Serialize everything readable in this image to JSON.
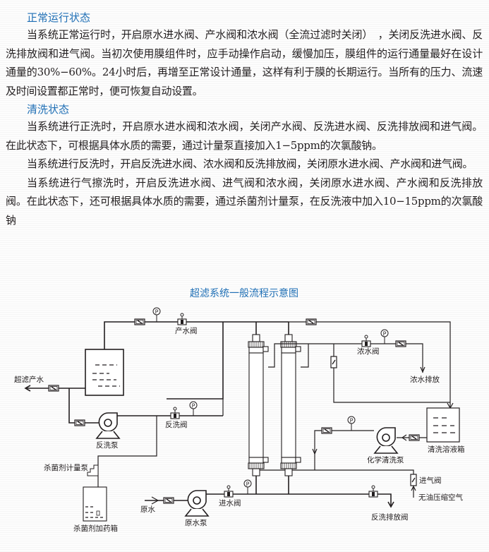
{
  "sections": [
    {
      "heading": "正常运行状态",
      "paragraphs": [
        "当系统正常运行时，开启原水进水阀、产水阀和浓水阀（全流过滤时关闭）　，关闭反洗进水阀、反洗排放阀和进气阀。当初次使用膜组件时，应手动操作启动，缓慢加压，膜组件的运行通量最好在设计通量的30%−60%。24小时后，再增至正常设计通量，这样有利于膜的长期运行。当所有的压力、流速及时间设置都正常时，便可恢复自动设置。"
      ]
    },
    {
      "heading": "清洗状态",
      "paragraphs": [
        "当系统进行正洗时，开启原水进水阀和浓水阀，关闭产水阀、反洗进水阀、反洗排放阀和进气阀。在此状态下，可根据具体水质的需要，通过计量泵直接加入1−5ppm的次氯酸钠。",
        "当系统进行反洗时，开启反洗进水阀、浓水阀和反洗排放阀，关闭原水进水阀、产水阀和进气阀。",
        "当系统进行气擦洗时，开启反洗进水阀、进气阀和浓水阀，关闭原水进水阀、产水阀和反洗排放阀。在此状态下，还可根据具体水质的需要，通过杀菌剂计量泵，在反洗液中加入10−15ppm的次氯酸钠"
      ]
    }
  ],
  "diagram": {
    "title": "超滤系统一般流程示意图",
    "labels": {
      "product_valve": "产水阀",
      "uf_product_water": "超滤产水",
      "backwash_valve": "反洗阀",
      "backwash_pump": "反洗泵",
      "biocide_dosing_pump": "杀菌剂计量泵",
      "biocide_tank": "杀菌剂加药箱",
      "raw_water": "原水",
      "raw_water_pump": "原水泵",
      "inlet_valve": "进水阀",
      "concentrate_valve": "浓水阀",
      "concentrate_drain": "浓水排放",
      "cleaning_tank": "清洗溶液箱",
      "chemical_cleaning_pump": "化学清洗泵",
      "air_inlet_valve": "进气阀",
      "oil_free_air": "无油压缩空气",
      "backwash_drain_valve": "反洗排放阀"
    },
    "pressure_gauge_symbol": "P"
  },
  "colors": {
    "heading": "#1f6fb5",
    "text": "#231f20"
  }
}
